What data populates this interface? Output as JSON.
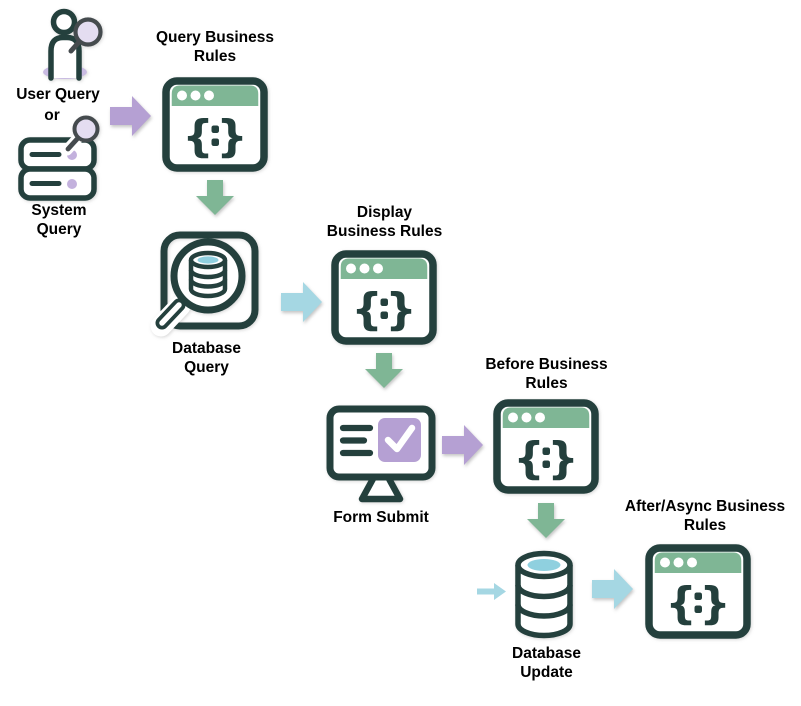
{
  "diagram": {
    "type": "flowchart",
    "background": "#ffffff"
  },
  "colors": {
    "outline": "#24403d",
    "green": "#7fb695",
    "purple": "#b5a0d3",
    "purple_light": "#e4ddf1",
    "purple_dot": "#c3b1dd",
    "purple_shadow": "#c9bbe2",
    "blue": "#a5d7e3",
    "cyan": "#8fd0df",
    "text": "#000000",
    "white": "#ffffff"
  },
  "code_window": {
    "brace_left": "{",
    "brace_right": "}"
  },
  "nodes": {
    "user_query": {
      "label": "User Query",
      "icon": "person-magnifier-icon"
    },
    "or_connector": {
      "label": "or"
    },
    "system_query": {
      "label": "System Query",
      "icon": "server-magnifier-icon"
    },
    "query_business_rules": {
      "label": "Query Business Rules",
      "icon": "code-window-icon",
      "code_glyph": "{:}"
    },
    "database_query": {
      "label": "Database Query",
      "icon": "database-search-icon"
    },
    "display_business_rules": {
      "label": "Display Business Rules",
      "icon": "code-window-icon",
      "code_glyph": "{:}"
    },
    "form_submit": {
      "label": "Form Submit",
      "icon": "monitor-checkmark-icon"
    },
    "before_business_rules": {
      "label": "Before Business Rules",
      "icon": "code-window-icon",
      "code_glyph": "{:}"
    },
    "database_update": {
      "label": "Database Update",
      "icon": "database-icon"
    },
    "after_async_business_rules": {
      "label": "After/Async Business Rules",
      "icon": "code-window-icon",
      "code_glyph": "{:}"
    }
  },
  "arrows": [
    {
      "from": "user_query_or_system_query",
      "to": "query_business_rules",
      "color": "purple",
      "direction": "right"
    },
    {
      "from": "query_business_rules",
      "to": "database_query",
      "color": "green",
      "direction": "down"
    },
    {
      "from": "database_query",
      "to": "display_business_rules",
      "color": "blue",
      "direction": "right"
    },
    {
      "from": "display_business_rules",
      "to": "form_submit",
      "color": "green",
      "direction": "down"
    },
    {
      "from": "form_submit",
      "to": "before_business_rules",
      "color": "purple",
      "direction": "right"
    },
    {
      "from": "before_business_rules",
      "to": "database_update",
      "color": "green",
      "direction": "down"
    },
    {
      "from": "",
      "to": "database_update",
      "color": "blue",
      "direction": "right",
      "style": "small"
    },
    {
      "from": "database_update",
      "to": "after_async_business_rules",
      "color": "blue",
      "direction": "right"
    }
  ]
}
